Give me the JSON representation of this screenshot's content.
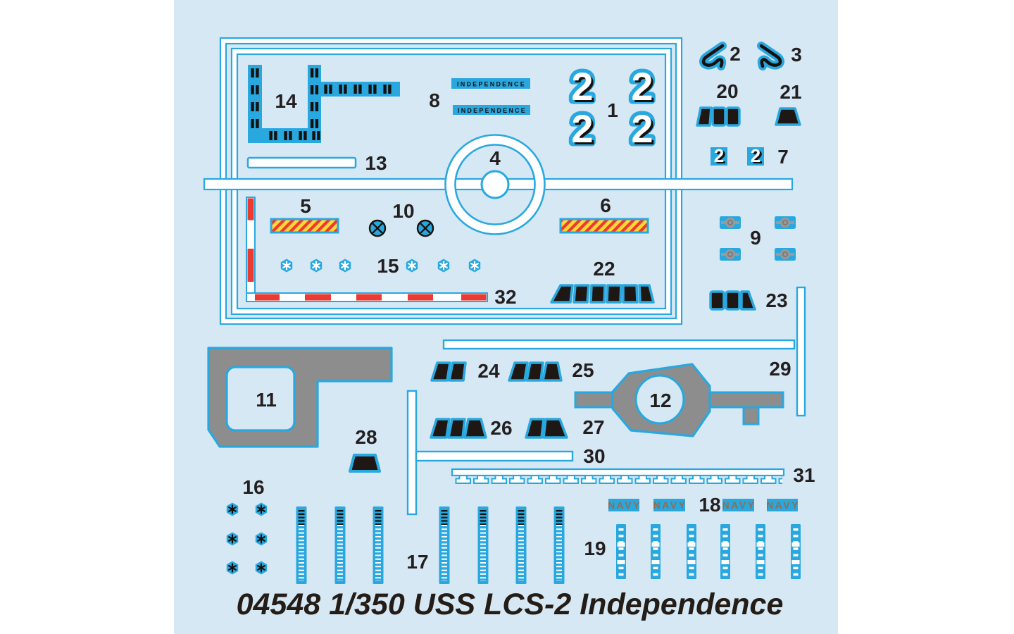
{
  "sheet": {
    "title": "04548 1/350  USS LCS-2 Independence",
    "kit_number": "04548",
    "scale": "1/350",
    "ship_name": "USS LCS-2 Independence"
  },
  "palette": {
    "background": "#d6e8f4",
    "decal_blue": "#29a8e0",
    "white": "#ffffff",
    "part_black": "#1e1713",
    "gray": "#8d8d8d",
    "red": "#ed3a30",
    "hazard_yellow": "#ffd83a",
    "navy_text_brown": "#8f6e52",
    "label_color": "#231f20"
  },
  "texts": {
    "independence": "INDEPENDENCE",
    "navy": "NAVY",
    "hull_number_large": "2",
    "hull_number_small": "2"
  },
  "labels": {
    "p1": "1",
    "p2": "2",
    "p3": "3",
    "p4": "4",
    "p5": "5",
    "p6": "6",
    "p7": "7",
    "p8": "8",
    "p9": "9",
    "p10": "10",
    "p11": "11",
    "p12": "12",
    "p13": "13",
    "p14": "14",
    "p15": "15",
    "p16": "16",
    "p17": "17",
    "p18": "18",
    "p19": "19",
    "p20": "20",
    "p21": "21",
    "p22": "22",
    "p23": "23",
    "p24": "24",
    "p25": "25",
    "p26": "26",
    "p27": "27",
    "p28": "28",
    "p29": "29",
    "p30": "30",
    "p31": "31",
    "p32": "32"
  }
}
